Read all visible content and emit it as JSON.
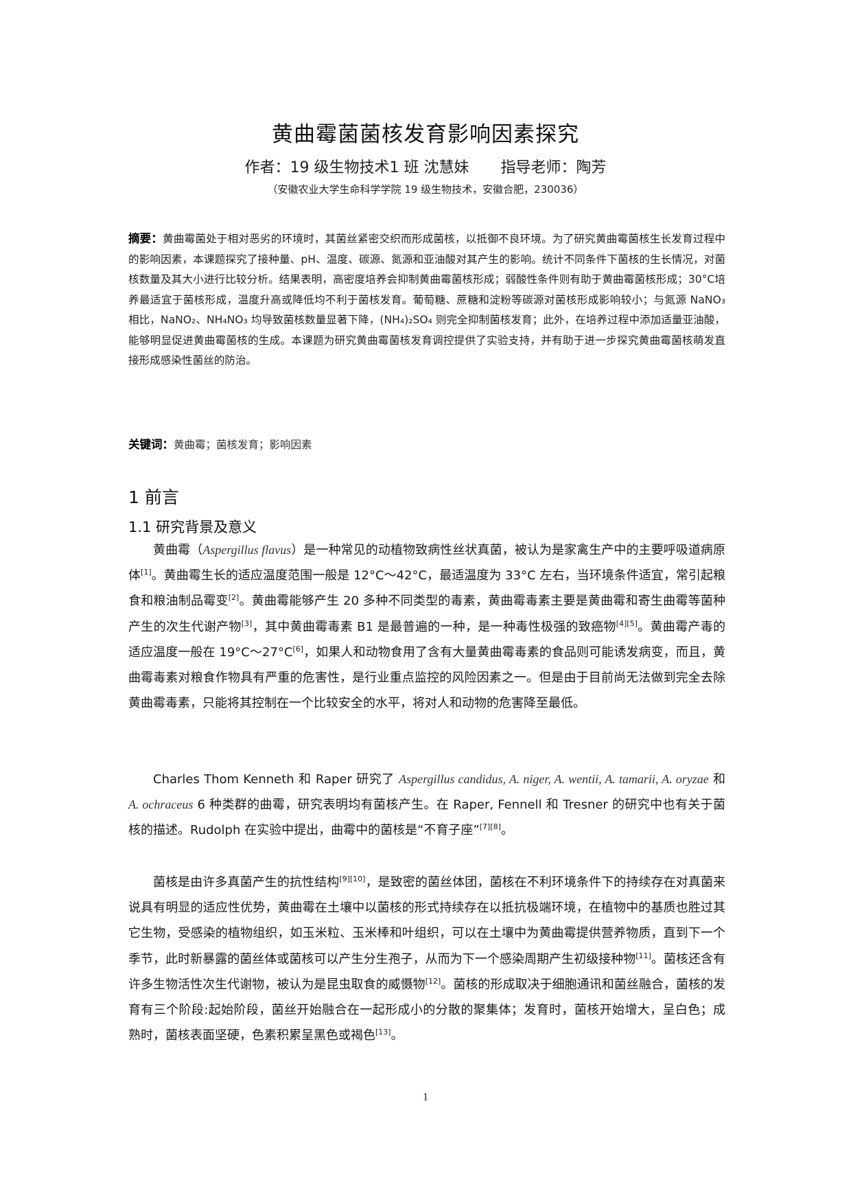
{
  "title": "黄曲霉菌菌核发育影响因素探究",
  "authors": {
    "author_label": "作者：19 级生物技术1 班  沈慧妹",
    "advisor_label": "指导老师：陶芳"
  },
  "affiliation": "（安徽农业大学生命科学学院 19 级生物技术，安徽合肥，230036）",
  "abstract": {
    "label": "摘要：",
    "text": "黄曲霉菌处于相对恶劣的环境时，其菌丝紧密交织而形成菌核，以抵御不良环境。为了研究黄曲霉菌核生长发育过程中的影响因素，本课题探究了接种量、pH、温度、碳源、氮源和亚油酸对其产生的影响。统计不同条件下菌核的生长情况，对菌核数量及其大小进行比较分析。结果表明，高密度培养会抑制黄曲霉菌核形成；弱酸性条件则有助于黄曲霉菌核形成；30°C培养最适宜于菌核形成，温度升高或降低均不利于菌核发育。葡萄糖、蔗糖和淀粉等碳源对菌核形成影响较小；与氮源 NaNO₃ 相比，NaNO₂、NH₄NO₃ 均导致菌核数量显著下降，(NH₄)₂SO₄ 则完全抑制菌核发育；此外，在培养过程中添加适量亚油酸，能够明显促进黄曲霉菌核的生成。本课题为研究黄曲霉菌核发育调控提供了实验支持，并有助于进一步探究黄曲霉菌核萌发直接形成感染性菌丝的防治。"
  },
  "keywords": {
    "label": "关键词：",
    "text": "黄曲霉；菌核发育；影响因素"
  },
  "section1": {
    "heading": "1 前言",
    "sub1_heading": "1.1 研究背景及意义",
    "p1": {
      "a": "黄曲霉（",
      "latin": "Aspergillus flavus",
      "b": "）是一种常见的动植物致病性丝状真菌，被认为是家禽生产中的主要呼吸道病原体",
      "ref1": "[1]",
      "c": "。黄曲霉生长的适应温度范围一般是 12°C～42°C，最适温度为 33°C 左右，当环境条件适宜，常引起粮食和粮油制品霉变",
      "ref2": "[2]",
      "d": "。黄曲霉能够产生 20 多种不同类型的毒素，黄曲霉毒素主要是黄曲霉和寄生曲霉等菌种产生的次生代谢产物",
      "ref3": "[3]",
      "e": "，其中黄曲霉毒素 B1 是最普遍的一种，是一种毒性极强的致癌物",
      "ref4": "[4][5]",
      "f": "。黄曲霉产毒的适应温度一般在 19°C～27°C",
      "ref5": "[6]",
      "g": "，如果人和动物食用了含有大量黄曲霉毒素的食品则可能诱发病变，而且，黄曲霉毒素对粮食作物具有严重的危害性，是行业重点监控的风险因素之一。但是由于目前尚无法做到完全去除黄曲霉毒素，只能将其控制在一个比较安全的水平，将对人和动物的危害降至最低。"
    },
    "p2": {
      "a": "Charles Thom Kenneth  和  Raper 研究了 ",
      "latin1": "Aspergillus candidus, A. niger, A. wentii, A. tamarii, A. oryzae",
      "b": " 和  ",
      "latin2": "A. ochraceus",
      "c": " 6 种类群的曲霉，研究表明均有菌核产生。在 Raper, Fennell 和 Tresner 的研究中也有关于菌核的描述。Rudolph 在实验中提出，曲霉中的菌核是“不育子座”",
      "ref1": "[7][8]",
      "d": "。"
    },
    "p3": {
      "a": "菌核是由许多真菌产生的抗性结构",
      "ref1": "[9][10]",
      "b": "，是致密的菌丝体团，菌核在不利环境条件下的持续存在对真菌来说具有明显的适应性优势，黄曲霉在土壤中以菌核的形式持续存在以抵抗极端环境，在植物中的基质也胜过其它生物，受感染的植物组织，如玉米粒、玉米棒和叶组织，可以在土壤中为黄曲霉提供营养物质，直到下一个季节，此时新暴露的菌丝体或菌核可以产生分生孢子，从而为下一个感染周期产生初级接种物",
      "ref2": "[11]",
      "c": "。菌核还含有许多生物活性次生代谢物，被认为是昆虫取食的威慑物",
      "ref3": "[12]",
      "d": "。菌核的形成取决于细胞通讯和菌丝融合，菌核的发育有三个阶段:起始阶段，菌丝开始融合在一起形成小的分散的聚集体；发育时，菌核开始增大，呈白色；成熟时，菌核表面坚硬，色素积累呈黑色或褐色",
      "ref4": "[13]",
      "e": "。"
    }
  },
  "page_number": "1"
}
